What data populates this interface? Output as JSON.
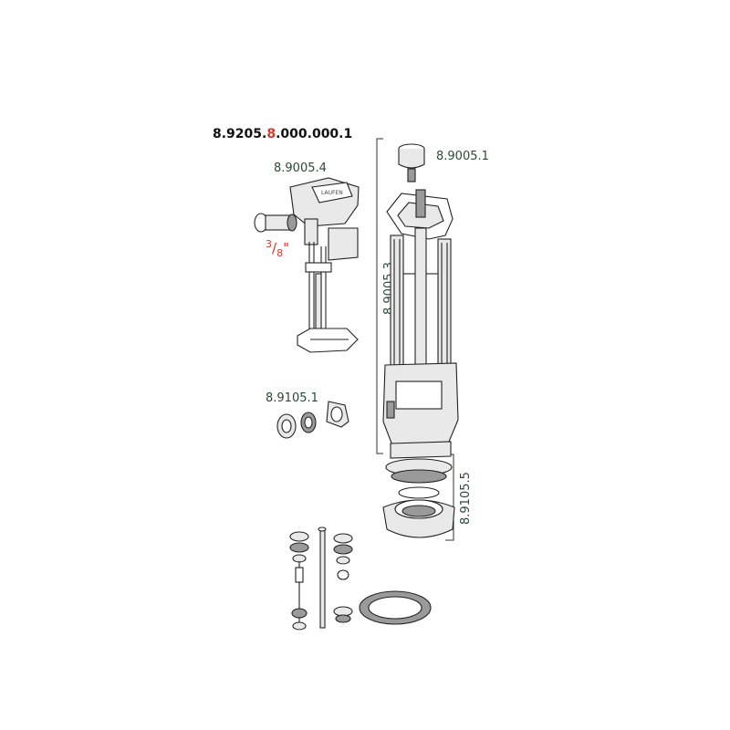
{
  "assembly": {
    "code_prefix": "8.9205.",
    "code_highlight": "8",
    "code_suffix": ".000.000.1"
  },
  "parts": [
    {
      "id": "fill-valve",
      "number": "8.9005.4"
    },
    {
      "id": "push-button",
      "number": "8.9005.1"
    },
    {
      "id": "flush-valve",
      "number": "8.9005.3"
    },
    {
      "id": "connector-set",
      "number": "8.9105.1"
    },
    {
      "id": "seal-nut",
      "number": "8.9105.5"
    }
  ],
  "thread_size": {
    "num": "3",
    "den": "8",
    "mark": "\""
  },
  "colors": {
    "highlight": "#d33a2c",
    "label": "#2c4a36",
    "outline": "#222222"
  }
}
